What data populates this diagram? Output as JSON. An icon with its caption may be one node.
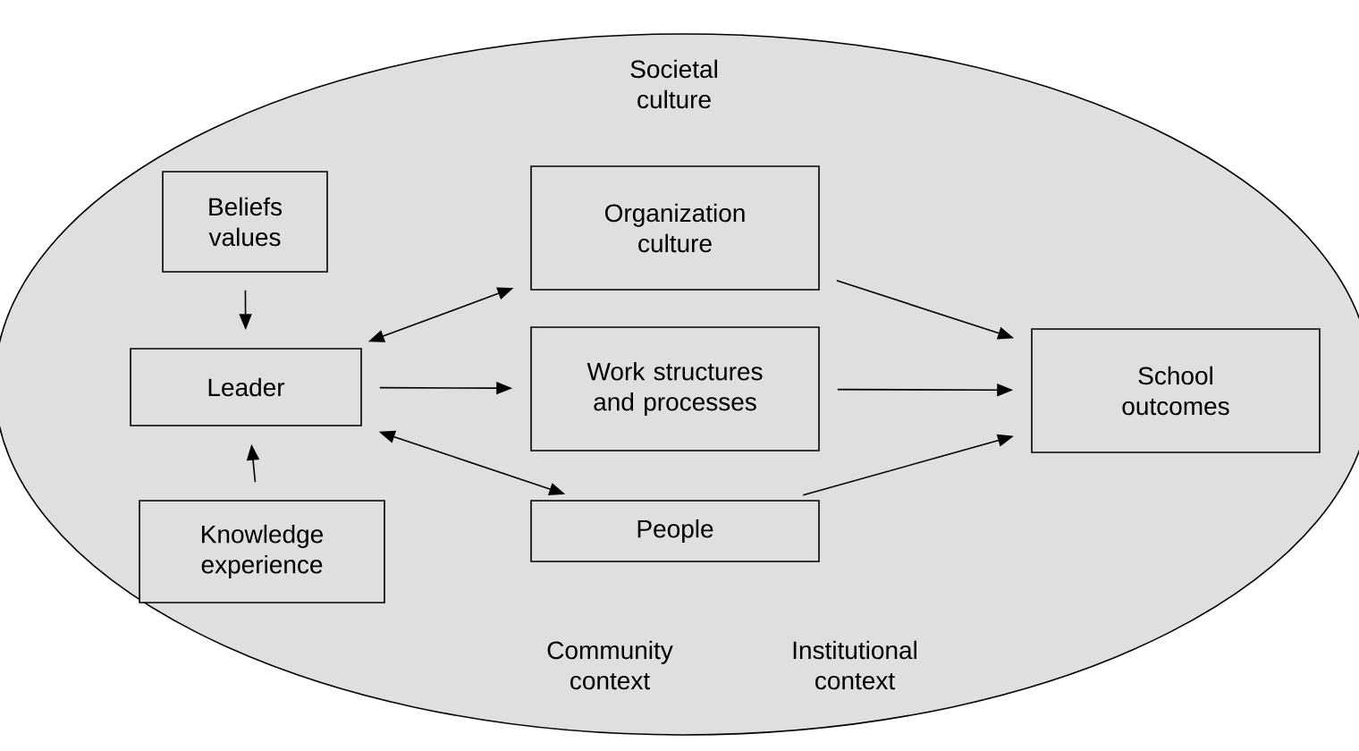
{
  "diagram": {
    "nodes": [
      {
        "text": [
          "Societal culture",
          "Community context",
          "Institutional context"
        ]
      },
      {
        "text": [
          "Beliefs values"
        ],
        "in": 0
      },
      {
        "text": [
          "Leader"
        ],
        "in": 0
      },
      {
        "text": [
          "Knowledge experience"
        ],
        "in": 0
      },
      {
        "text": [
          "Organization culture"
        ],
        "in": 0
      },
      {
        "text": [
          "Work structures and processes"
        ],
        "in": 0
      },
      {
        "text": [
          "People"
        ],
        "in": 0
      },
      {
        "text": [
          "School outcomes"
        ],
        "in": 0
      }
    ],
    "edges": [
      {
        "from": 1,
        "to": 2,
        "arrow": "to"
      },
      {
        "from": 3,
        "to": 2,
        "arrow": "to"
      },
      {
        "from": 2,
        "to": 4,
        "arrow": "both"
      },
      {
        "from": 2,
        "to": 5,
        "arrow": "to"
      },
      {
        "from": 2,
        "to": 6,
        "arrow": "both"
      },
      {
        "from": 4,
        "to": 7,
        "arrow": "to"
      },
      {
        "from": 5,
        "to": 7,
        "arrow": "to"
      },
      {
        "from": 6,
        "to": 7,
        "arrow": "to"
      }
    ]
  }
}
